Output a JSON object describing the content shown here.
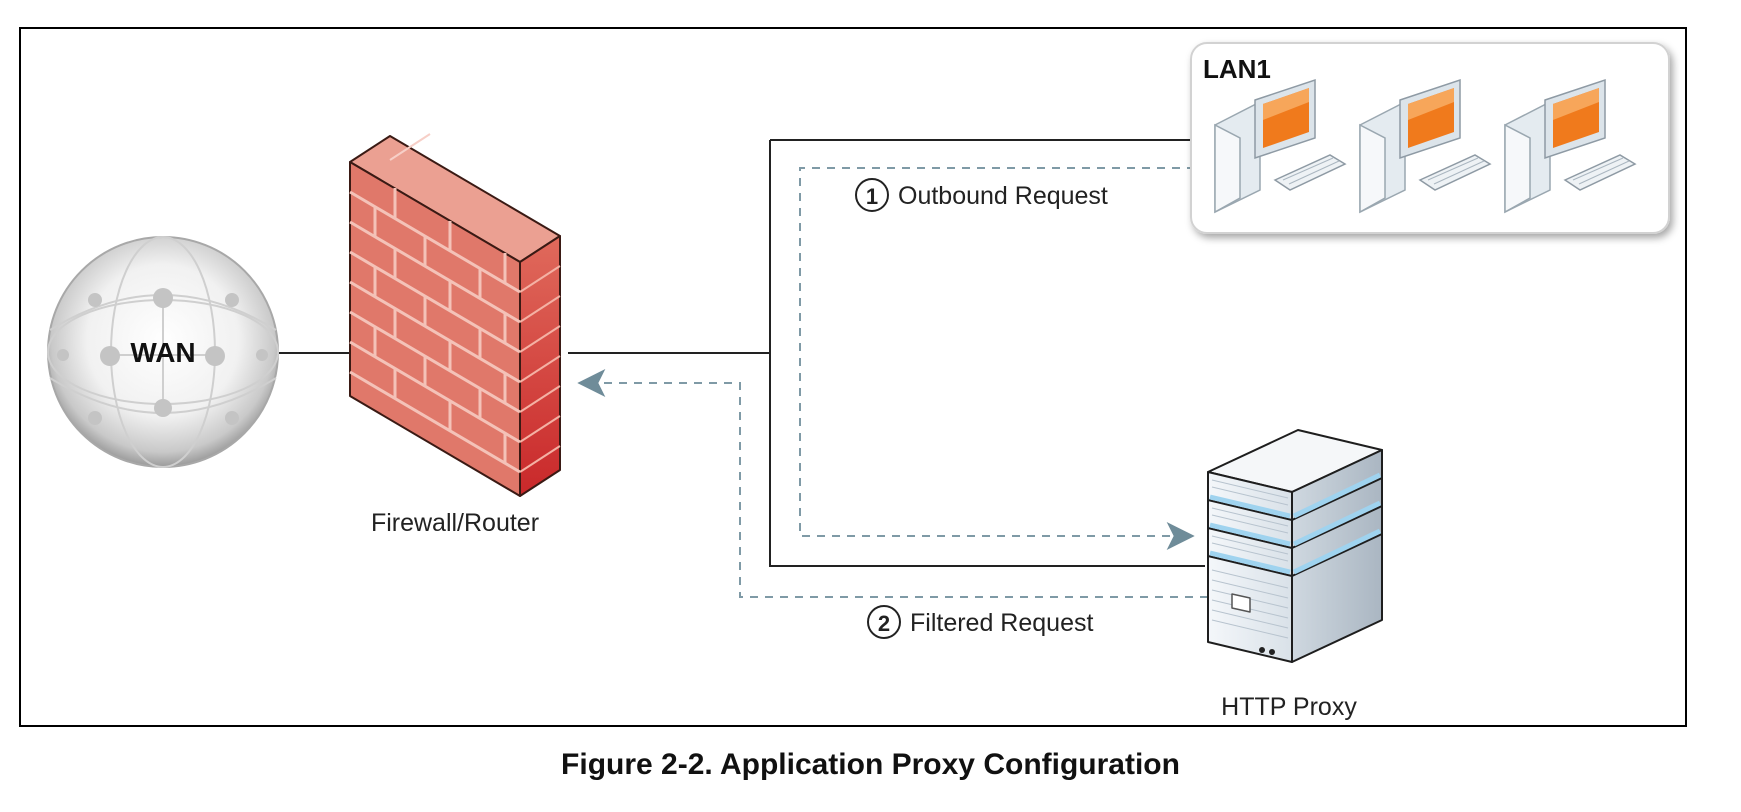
{
  "diagram": {
    "wan_label": "WAN",
    "firewall_label": "Firewall/Router",
    "lan_label": "LAN1",
    "proxy_label": "HTTP Proxy",
    "step1_number": "1",
    "step1_label": "Outbound Request",
    "step2_number": "2",
    "step2_label": "Filtered Request"
  },
  "caption": "Figure 2-2. Application Proxy Configuration",
  "colors": {
    "wire": "#222222",
    "dashed_flow": "#7f9aa6",
    "brick": "#e0786a",
    "mortar": "#f4c2b8",
    "monitor_screen": "#f07a1c",
    "server_accent": "#9fd3ef"
  }
}
